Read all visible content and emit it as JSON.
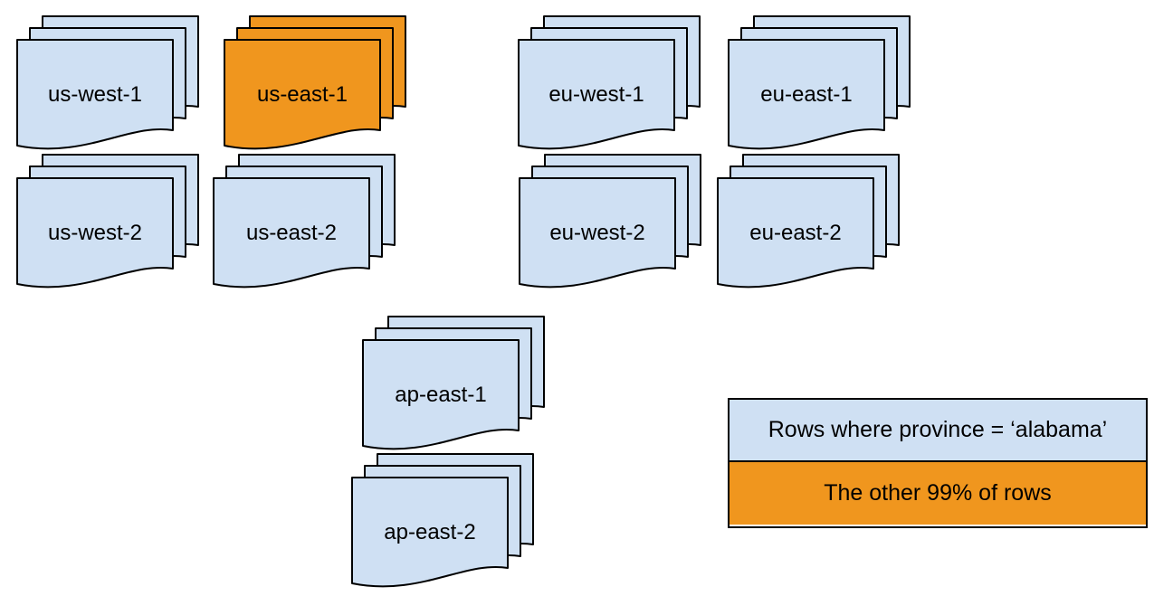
{
  "colors": {
    "sheet_blue": "#cfe0f3",
    "sheet_orange": "#f0961e",
    "stroke": "#000000",
    "background": "#ffffff"
  },
  "stacks": [
    {
      "id": "us-west-1",
      "label": "us-west-1",
      "variant": "blue"
    },
    {
      "id": "us-east-1",
      "label": "us-east-1",
      "variant": "orange"
    },
    {
      "id": "eu-west-1",
      "label": "eu-west-1",
      "variant": "blue"
    },
    {
      "id": "eu-east-1",
      "label": "eu-east-1",
      "variant": "blue"
    },
    {
      "id": "us-west-2",
      "label": "us-west-2",
      "variant": "blue"
    },
    {
      "id": "us-east-2",
      "label": "us-east-2",
      "variant": "blue"
    },
    {
      "id": "eu-west-2",
      "label": "eu-west-2",
      "variant": "blue"
    },
    {
      "id": "eu-east-2",
      "label": "eu-east-2",
      "variant": "blue"
    },
    {
      "id": "ap-east-1",
      "label": "ap-east-1",
      "variant": "blue"
    },
    {
      "id": "ap-east-2",
      "label": "ap-east-2",
      "variant": "blue"
    }
  ],
  "legend": {
    "rows": [
      {
        "label": "Rows where province = ‘alabama’",
        "variant": "blue"
      },
      {
        "label": "The other 99% of rows",
        "variant": "orange"
      }
    ]
  }
}
